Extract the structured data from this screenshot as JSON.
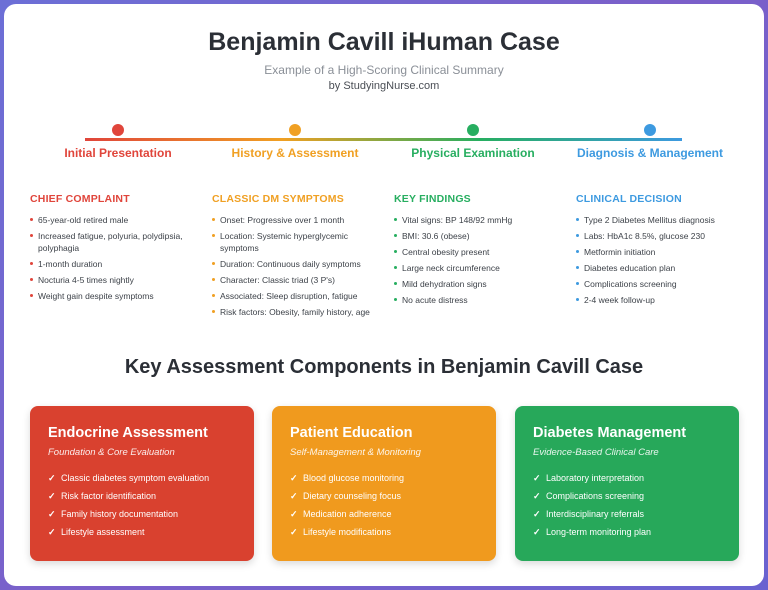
{
  "header": {
    "title": "Benjamin Cavill iHuman Case",
    "subtitle": "Example of a High-Scoring Clinical Summary",
    "byline": "by StudyingNurse.com"
  },
  "timeline": [
    {
      "label": "Initial Presentation",
      "color": "#e0453b"
    },
    {
      "label": "History & Assessment",
      "color": "#f0a023"
    },
    {
      "label": "Physical Examination",
      "color": "#27ae60"
    },
    {
      "label": "Diagnosis & Management",
      "color": "#3d9ae0"
    }
  ],
  "columns": [
    {
      "heading": "CHIEF COMPLAINT",
      "color": "#e0453b",
      "items": [
        "65-year-old retired male",
        "Increased fatigue, polyuria, polydipsia, polyphagia",
        "1-month duration",
        "Nocturia 4-5 times nightly",
        "Weight gain despite symptoms"
      ]
    },
    {
      "heading": "CLASSIC DM SYMPTOMS",
      "color": "#f0a023",
      "items": [
        "Onset: Progressive over 1 month",
        "Location: Systemic hyperglycemic symptoms",
        "Duration: Continuous daily symptoms",
        "Character: Classic triad (3 P's)",
        "Associated: Sleep disruption, fatigue",
        "Risk factors: Obesity, family history, age"
      ]
    },
    {
      "heading": "KEY FINDINGS",
      "color": "#27ae60",
      "items": [
        "Vital signs: BP 148/92 mmHg",
        "BMI: 30.6 (obese)",
        "Central obesity present",
        "Large neck circumference",
        "Mild dehydration signs",
        "No acute distress"
      ]
    },
    {
      "heading": "CLINICAL DECISION",
      "color": "#3d9ae0",
      "items": [
        "Type 2 Diabetes Mellitus diagnosis",
        "Labs: HbA1c 8.5%, glucose 230",
        "Metformin initiation",
        "Diabetes education plan",
        "Complications screening",
        "2-4 week follow-up"
      ]
    }
  ],
  "section_title": "Key Assessment Components in Benjamin Cavill Case",
  "check_glyph": "✓",
  "boxes": [
    {
      "title": "Endocrine Assessment",
      "subtitle": "Foundation & Core Evaluation",
      "color": "#d9412f",
      "items": [
        "Classic diabetes symptom evaluation",
        "Risk factor identification",
        "Family history documentation",
        "Lifestyle assessment"
      ]
    },
    {
      "title": "Patient Education",
      "subtitle": "Self-Management & Monitoring",
      "color": "#f09a1e",
      "items": [
        "Blood glucose monitoring",
        "Dietary counseling focus",
        "Medication adherence",
        "Lifestyle modifications"
      ]
    },
    {
      "title": "Diabetes Management",
      "subtitle": "Evidence-Based Clinical Care",
      "color": "#27a85a",
      "items": [
        "Laboratory interpretation",
        "Complications screening",
        "Interdisciplinary referrals",
        "Long-term monitoring plan"
      ]
    }
  ]
}
